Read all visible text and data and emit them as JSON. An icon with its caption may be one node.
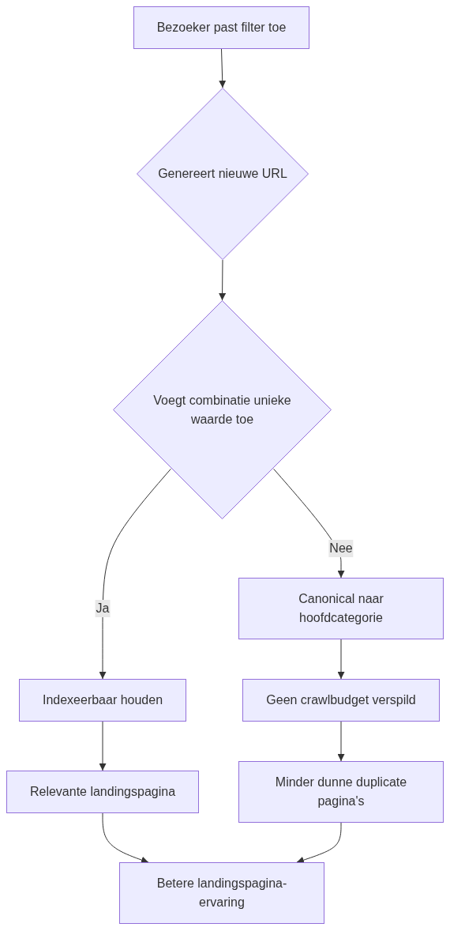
{
  "diagram": {
    "nodes": [
      {
        "text": [
          "Bezoeker past filter toe"
        ]
      },
      {
        "text": [
          "Genereert nieuwe URL"
        ]
      },
      {
        "text": [
          "Voegt combinatie unieke waarde toe"
        ]
      },
      {
        "text": [
          "Indexeerbaar houden"
        ]
      },
      {
        "text": [
          "Relevante landingspagina"
        ]
      },
      {
        "text": [
          "Canonical naar hoofdcategorie"
        ]
      },
      {
        "text": [
          "Geen crawlbudget verspild"
        ]
      },
      {
        "text": [
          "Minder dunne duplicate pagina's"
        ]
      },
      {
        "text": [
          "Betere landingspagina-ervaring"
        ]
      }
    ],
    "edges": [
      {
        "from": 0,
        "to": 1,
        "arrow": "to"
      },
      {
        "from": 1,
        "to": 2,
        "arrow": "to"
      },
      {
        "from": 2,
        "to": 3,
        "arrow": "to",
        "label": "Ja"
      },
      {
        "from": 3,
        "to": 4,
        "arrow": "to"
      },
      {
        "from": 2,
        "to": 5,
        "arrow": "to",
        "label": "Nee"
      },
      {
        "from": 5,
        "to": 6,
        "arrow": "to"
      },
      {
        "from": 6,
        "to": 7,
        "arrow": "to"
      },
      {
        "from": 4,
        "to": 8,
        "arrow": "to"
      },
      {
        "from": 7,
        "to": 8,
        "arrow": "to"
      }
    ]
  }
}
